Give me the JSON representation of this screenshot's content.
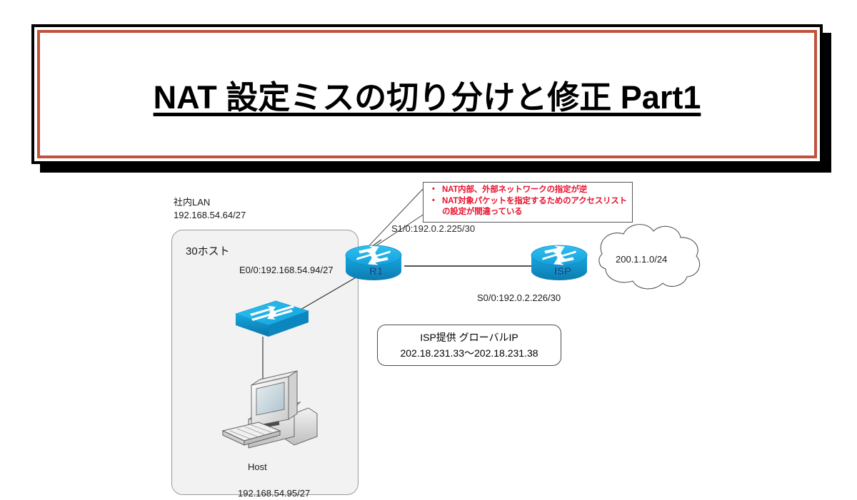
{
  "slide": {
    "title": "NAT 設定ミスの切り分けと修正 Part1",
    "title_border_outer_color": "#000000",
    "title_border_inner_color": "#C0533B",
    "background_color": "#FFFFFF"
  },
  "callout": {
    "accent_color": "#E8112D",
    "bullets": [
      "NAT内部、外部ネットワークの指定が逆",
      "NAT対象パケットを指定するためのアクセスリストの設定が間違っている"
    ]
  },
  "lan": {
    "cloud_label": "社内LAN\n192.168.54.64/27",
    "cloud_label_line1": "社内LAN",
    "cloud_label_line2": "192.168.54.64/27",
    "hosts_label": "30ホスト",
    "box_fill": "#F2F2F2",
    "box_border": "#9A9A9A"
  },
  "devices": {
    "router_r1": {
      "name": "R1",
      "icon": "cisco-router-icon",
      "color": "#19A3DC"
    },
    "router_isp": {
      "name": "ISP",
      "icon": "cisco-router-icon",
      "color": "#19A3DC"
    },
    "switch": {
      "name": "",
      "icon": "cisco-switch-icon",
      "color": "#19A3DC"
    },
    "host": {
      "name": "Host",
      "icon": "desktop-pc-icon",
      "ip": "192.168.54.95/27"
    },
    "internet_cloud": {
      "icon": "cloud-icon",
      "label": "200.1.1.0/24"
    }
  },
  "interfaces": {
    "r1_e0_0": "E0/0:192.168.54.94/27",
    "r1_s1_0": "S1/0:192.0.2.225/30",
    "r1_s0_0": "S0/0:192.0.2.226/30"
  },
  "global_ip_note": {
    "line1": "ISP提供 グローバルIP",
    "line2": "202.18.231.33〜202.18.231.38"
  }
}
